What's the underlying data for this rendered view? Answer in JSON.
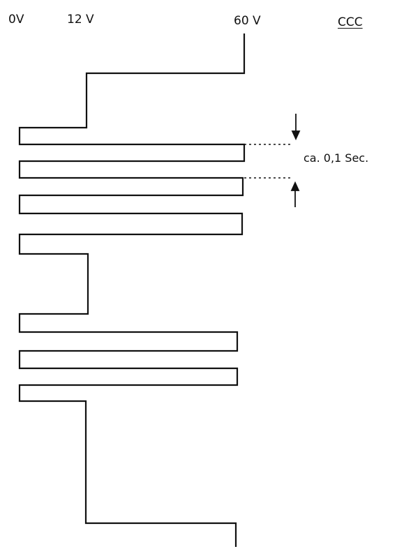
{
  "labels": {
    "voltage_0": "0V",
    "voltage_12": "12 V",
    "voltage_60": "60 V",
    "title": "CCC",
    "time_annotation": "ca. 0,1 Sec."
  },
  "colors": {
    "ink": "#111111",
    "background": "#ffffff"
  }
}
